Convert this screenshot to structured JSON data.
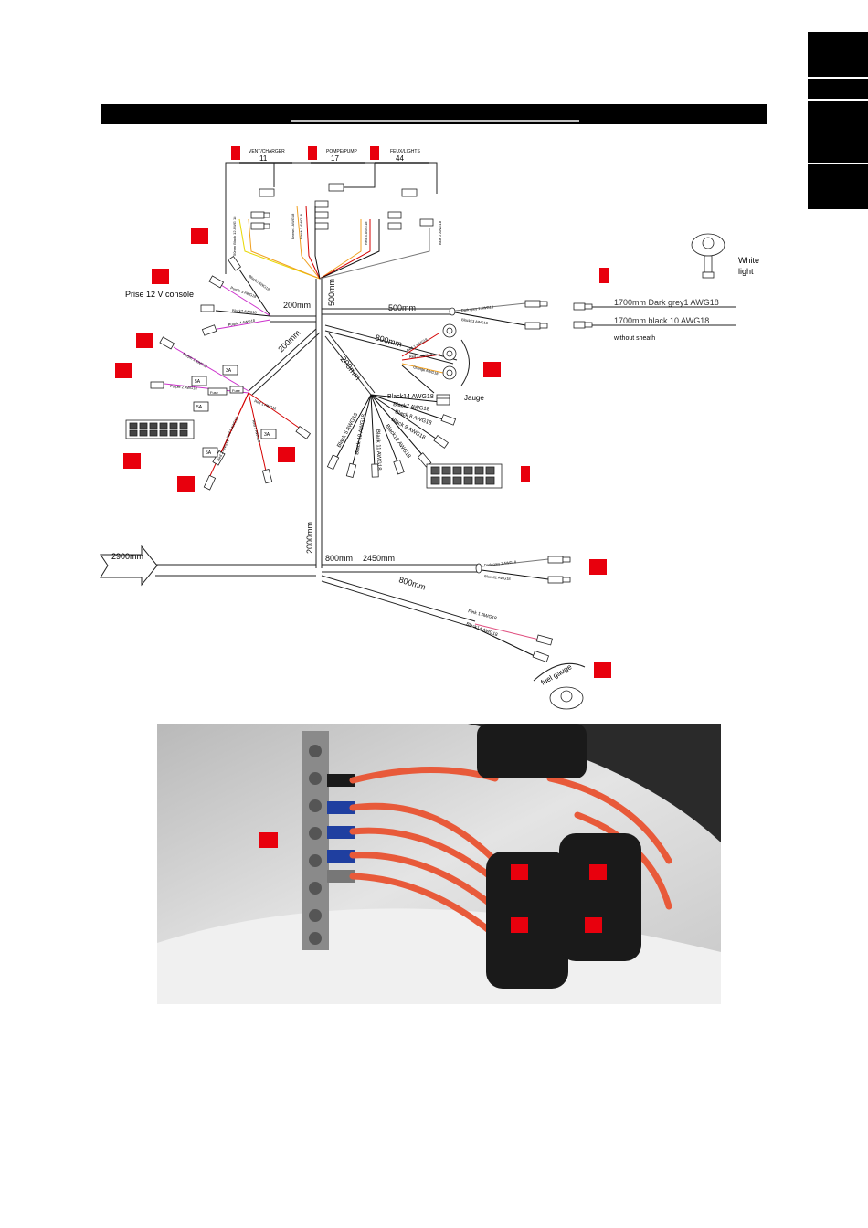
{
  "header": {
    "bar_color": "#000000"
  },
  "colors": {
    "marker": "#e8000d",
    "wire_red": "#d40000",
    "wire_magenta": "#cc33cc",
    "wire_orange": "#f0a020",
    "wire_yellow": "#e8d800",
    "wire_black": "#111111",
    "wire_grey": "#777777"
  },
  "top_branch": {
    "labels": [
      "VENT/CHARGER",
      "POMPE/PUMP",
      "FEUX/LIGHTS"
    ],
    "numbers": [
      "11",
      "17",
      "44"
    ],
    "wire_labels": [
      "50mm Black 12 AWG 18",
      "Black 11 AWG18",
      "Brown1 AWG18",
      "Black 3 AWG18",
      "Black 2 AWG18",
      "Red 4 AWG18",
      "Black 4 AWG18",
      "Blue 2 AWG18"
    ]
  },
  "left_branch": {
    "prise_label": "Prise 12 V console",
    "length": "200mm",
    "wire_labels": [
      "Black6 AWG18",
      "Purple 3 AWG18",
      "Black7 AWG18",
      "Purple 4 AWG18",
      "Purple 1 AWG18",
      "Purple 2 AWG18",
      "Red 1 AWG18",
      "Red 3 AWG18",
      "Red 2 AWG18",
      "Red 1 AWG18"
    ],
    "fuse_labels": [
      "3A",
      "5A",
      "5A",
      "5A",
      "3A",
      "Fuse",
      "Fuse"
    ]
  },
  "right_branch": {
    "length_main": "500mm",
    "length_vertical": "500mm",
    "wire_labels": [
      "Dark grey 1 AWG18",
      "Black13 AWG18"
    ],
    "detail_1": "1700mm   Dark grey1  AWG18",
    "detail_2": "1700mm   black 10  AWG18",
    "detail_note": "without sheath",
    "white_light_1": "White",
    "white_light_2": "light"
  },
  "gauge_branch": {
    "length": "800mm",
    "wire_labels": [
      "Red 1 AWG18",
      "Red 2 AWG18",
      "Orange AWG18"
    ],
    "gauge_label": "Jauge"
  },
  "switch_branch": {
    "length": "200mm",
    "wire_labels": [
      "Black14 AWG18",
      "Black7 AWG18",
      "Black 8 AWG18",
      "Black 9 AWG18",
      "Black12 AWG18",
      "Black 5 AWG18",
      "Black 10 AWG18",
      "Black 11 AWG18"
    ]
  },
  "mid_left": {
    "length": "200mm"
  },
  "main_trunk": {
    "vertical_length": "2000mm",
    "arrow_label": "2900mm",
    "seg1": "800mm",
    "seg2": "2450mm",
    "wire_labels": [
      "Dark grey 2 AWG18",
      "Black11 AWG18"
    ]
  },
  "fuel_branch": {
    "length": "800mm",
    "wire_labels": [
      "Pink 1 AWG18",
      "Black14 AWG18"
    ],
    "gauge_label": "fuel gauge"
  },
  "photo": {
    "description_colors": [
      "#e2e2e2",
      "#1a1a1a",
      "#e85a3a",
      "#1f3fa0"
    ]
  }
}
